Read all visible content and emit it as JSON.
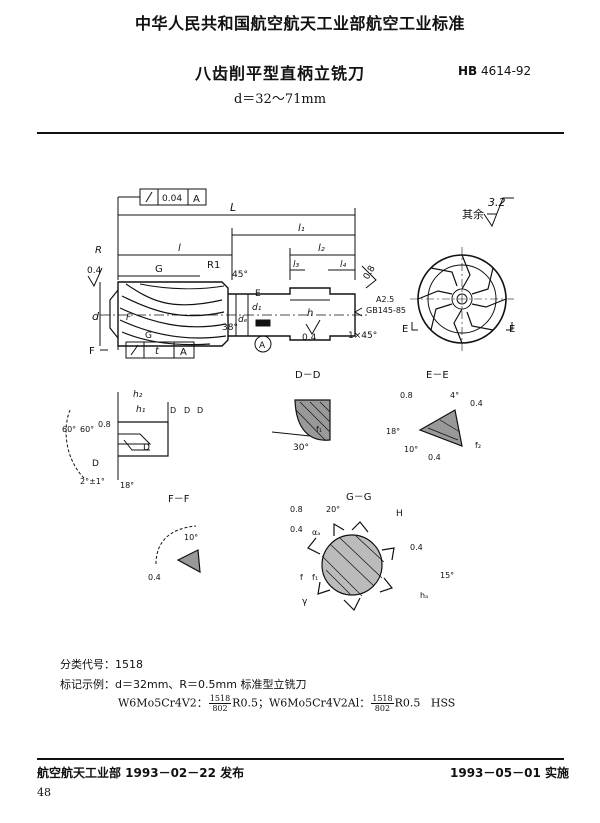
{
  "header": {
    "org": "中华人民共和国航空航天工业部航空工业标准",
    "title": "八齿削平型直柄立铣刀",
    "std_prefix": "HB",
    "std_number": "4614-92",
    "subtitle": "d＝32～71mm"
  },
  "drawing": {
    "roughness_rest": "其余",
    "roughness_value": "3.2",
    "tolerance_value": "0.04",
    "datum_a": "A",
    "dim_L": "L",
    "dim_l": "l",
    "dim_l1": "l₁",
    "dim_l2": "l₂",
    "dim_l3": "l₃",
    "dim_l4": "l₄",
    "radius_R": "R",
    "radius_R1": "R1",
    "angle_45": "45°",
    "angle_38": "38°",
    "chamfer": "1×45°",
    "center_hole_a": "A2.5",
    "center_hole_std": "GB145-85",
    "rough_04": "0.4",
    "rough_08": "0.8",
    "label_G": "G",
    "label_F": "F",
    "label_E": "E",
    "label_d": "d",
    "label_d1": "d₁",
    "label_de": "dₑ",
    "label_h": "h",
    "label_t": "t",
    "section_DD": "D－D",
    "section_EE": "E－E",
    "section_FF": "F－F",
    "section_GG": "G－G",
    "angle_60": "60°",
    "angle_2": "2°±1°",
    "angle_18": "18°",
    "angle_30": "30°",
    "angle_4": "4°",
    "angle_10": "10°",
    "angle_20": "20°",
    "angle_15": "15°",
    "label_H": "H",
    "label_h2": "h₂",
    "label_h1": "h₁",
    "label_D": "D",
    "label_f": "f",
    "label_f1": "f₁",
    "label_f2": "f₂",
    "label_gamma": "γ",
    "label_alpha": "αₐ",
    "label_ha": "hₐ"
  },
  "notes": {
    "class_code": "分类代号：1518",
    "example": "标记示例：d＝32mm、R＝0.5mm 标准型立铣刀",
    "mat1_prefix": "W6Mo5Cr4V2：",
    "mat2_prefix": "；W6Mo5Cr4V2Al：",
    "frac_num": "1518",
    "frac_den": "802",
    "suffix": "R0.5",
    "hss": "HSS"
  },
  "footer": {
    "issuer": "航空航天工业部 1993－02－22 发布",
    "effective": "1993－05－01 实施",
    "page": "48"
  }
}
